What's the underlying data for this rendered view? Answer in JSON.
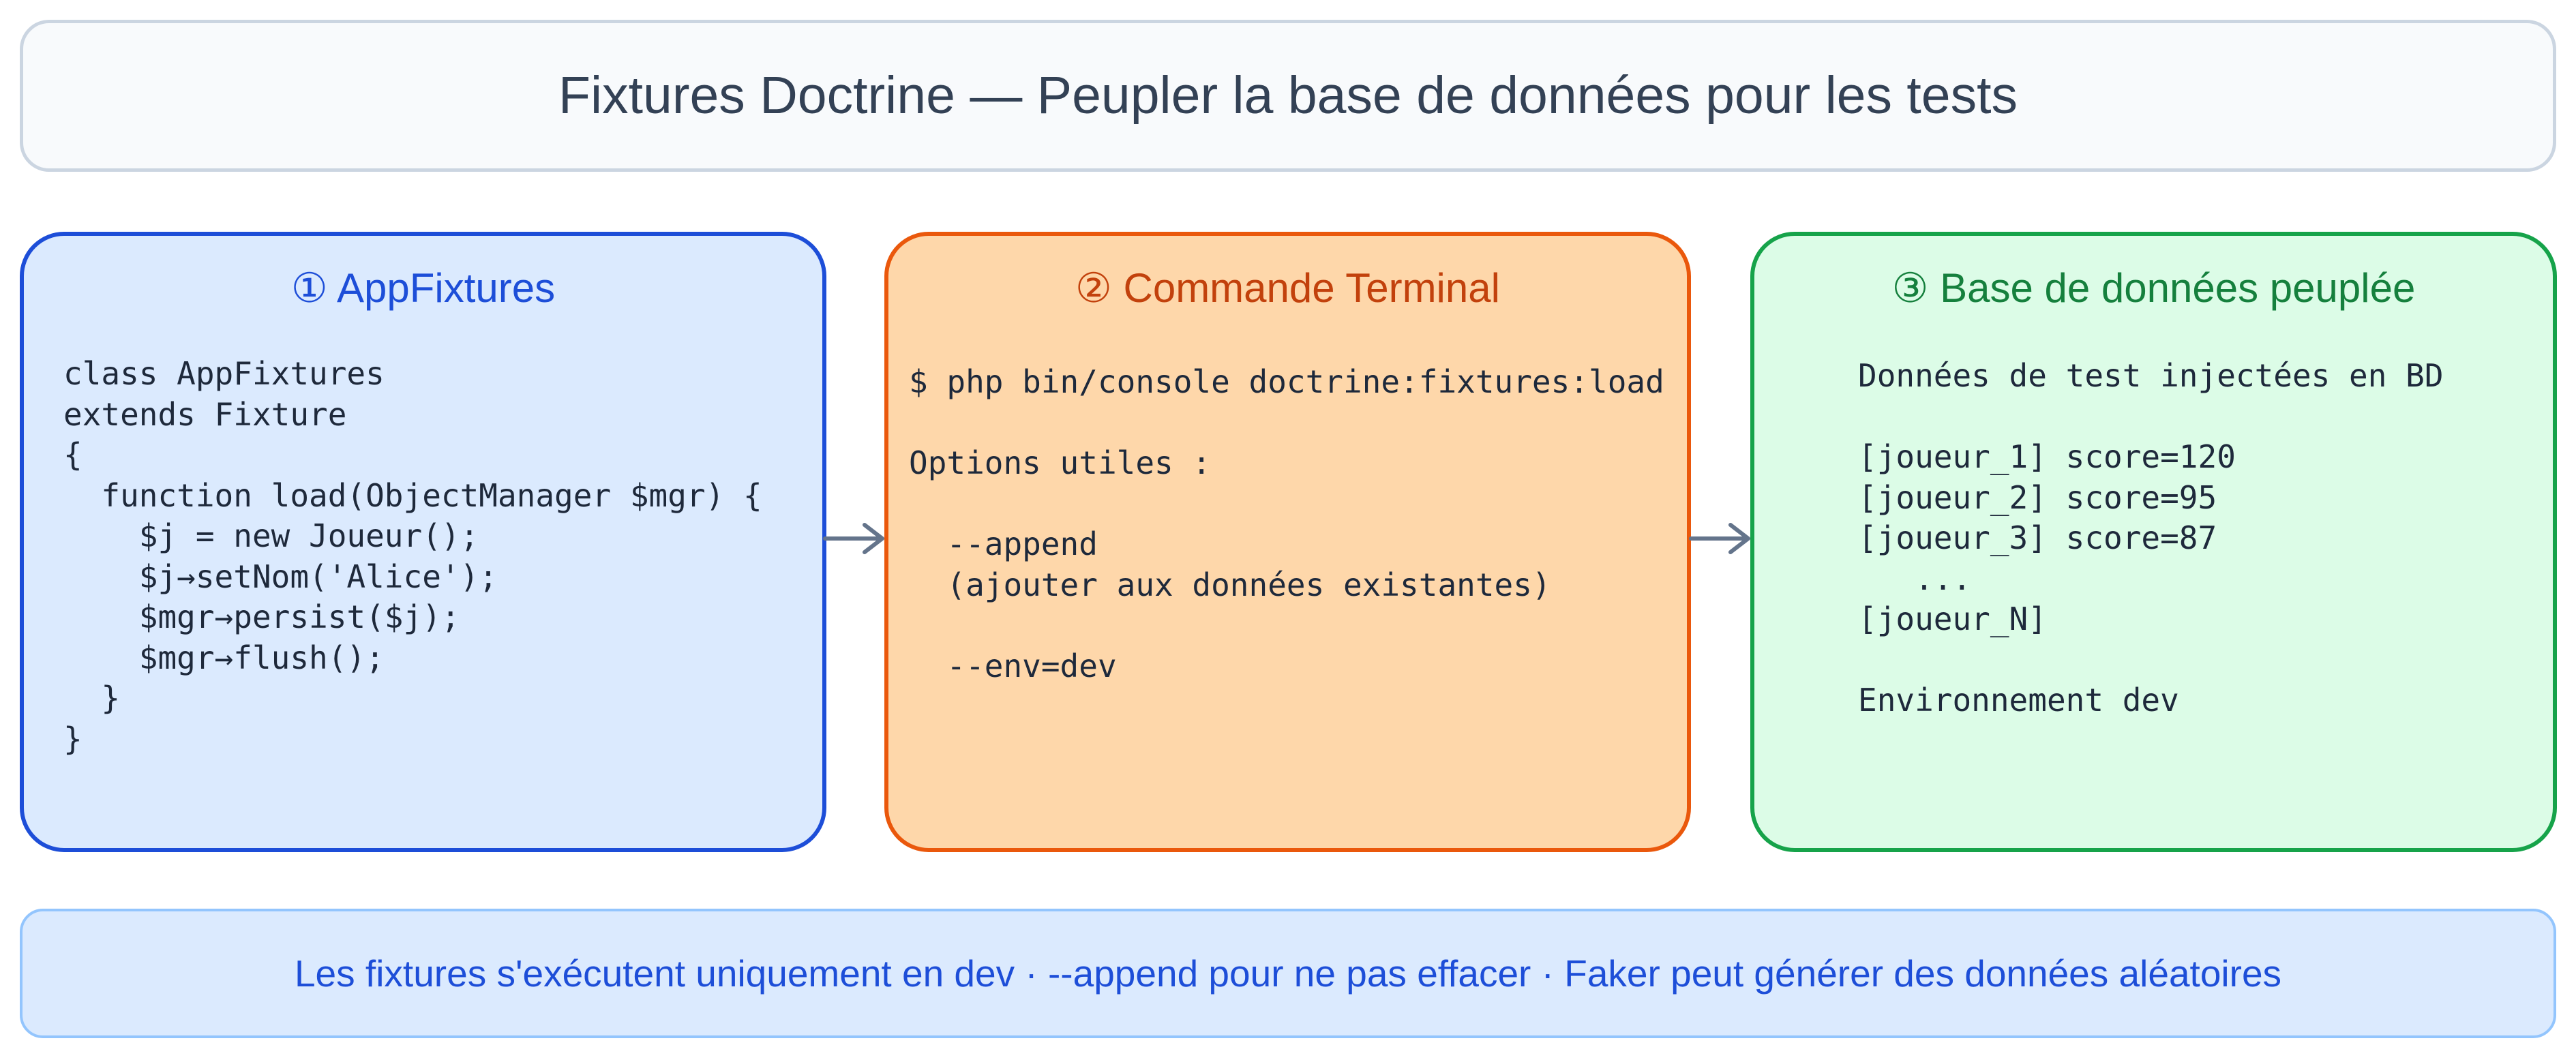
{
  "header": {
    "title": "Fixtures Doctrine — Peupler la base de données pour les tests"
  },
  "panels": [
    {
      "title": "① AppFixtures",
      "code": "class AppFixtures\nextends Fixture\n{\n  function load(ObjectManager $mgr) {\n    $j = new Joueur();\n    $j→setNom('Alice');\n    $mgr→persist($j);\n    $mgr→flush();\n  }\n}"
    },
    {
      "title": "② Commande Terminal",
      "code": "$ php bin/console doctrine:fixtures:load\n\nOptions utiles :\n\n  --append\n  (ajouter aux données existantes)\n\n  --env=dev"
    },
    {
      "title": "③ Base de données peuplée",
      "code": "Données de test injectées en BD\n\n[joueur_1] score=120\n[joueur_2] score=95\n[joueur_3] score=87\n   ...\n[joueur_N]\n\nEnvironnement dev"
    }
  ],
  "footer": {
    "text": "Les fixtures s'exécutent uniquement en dev · --append pour ne pas effacer · Faker peut générer des données aléatoires"
  },
  "colors": {
    "arrow": "#64748b",
    "panel1_border": "#1d4ed8",
    "panel2_border": "#ea580c",
    "panel3_border": "#16a34a"
  }
}
